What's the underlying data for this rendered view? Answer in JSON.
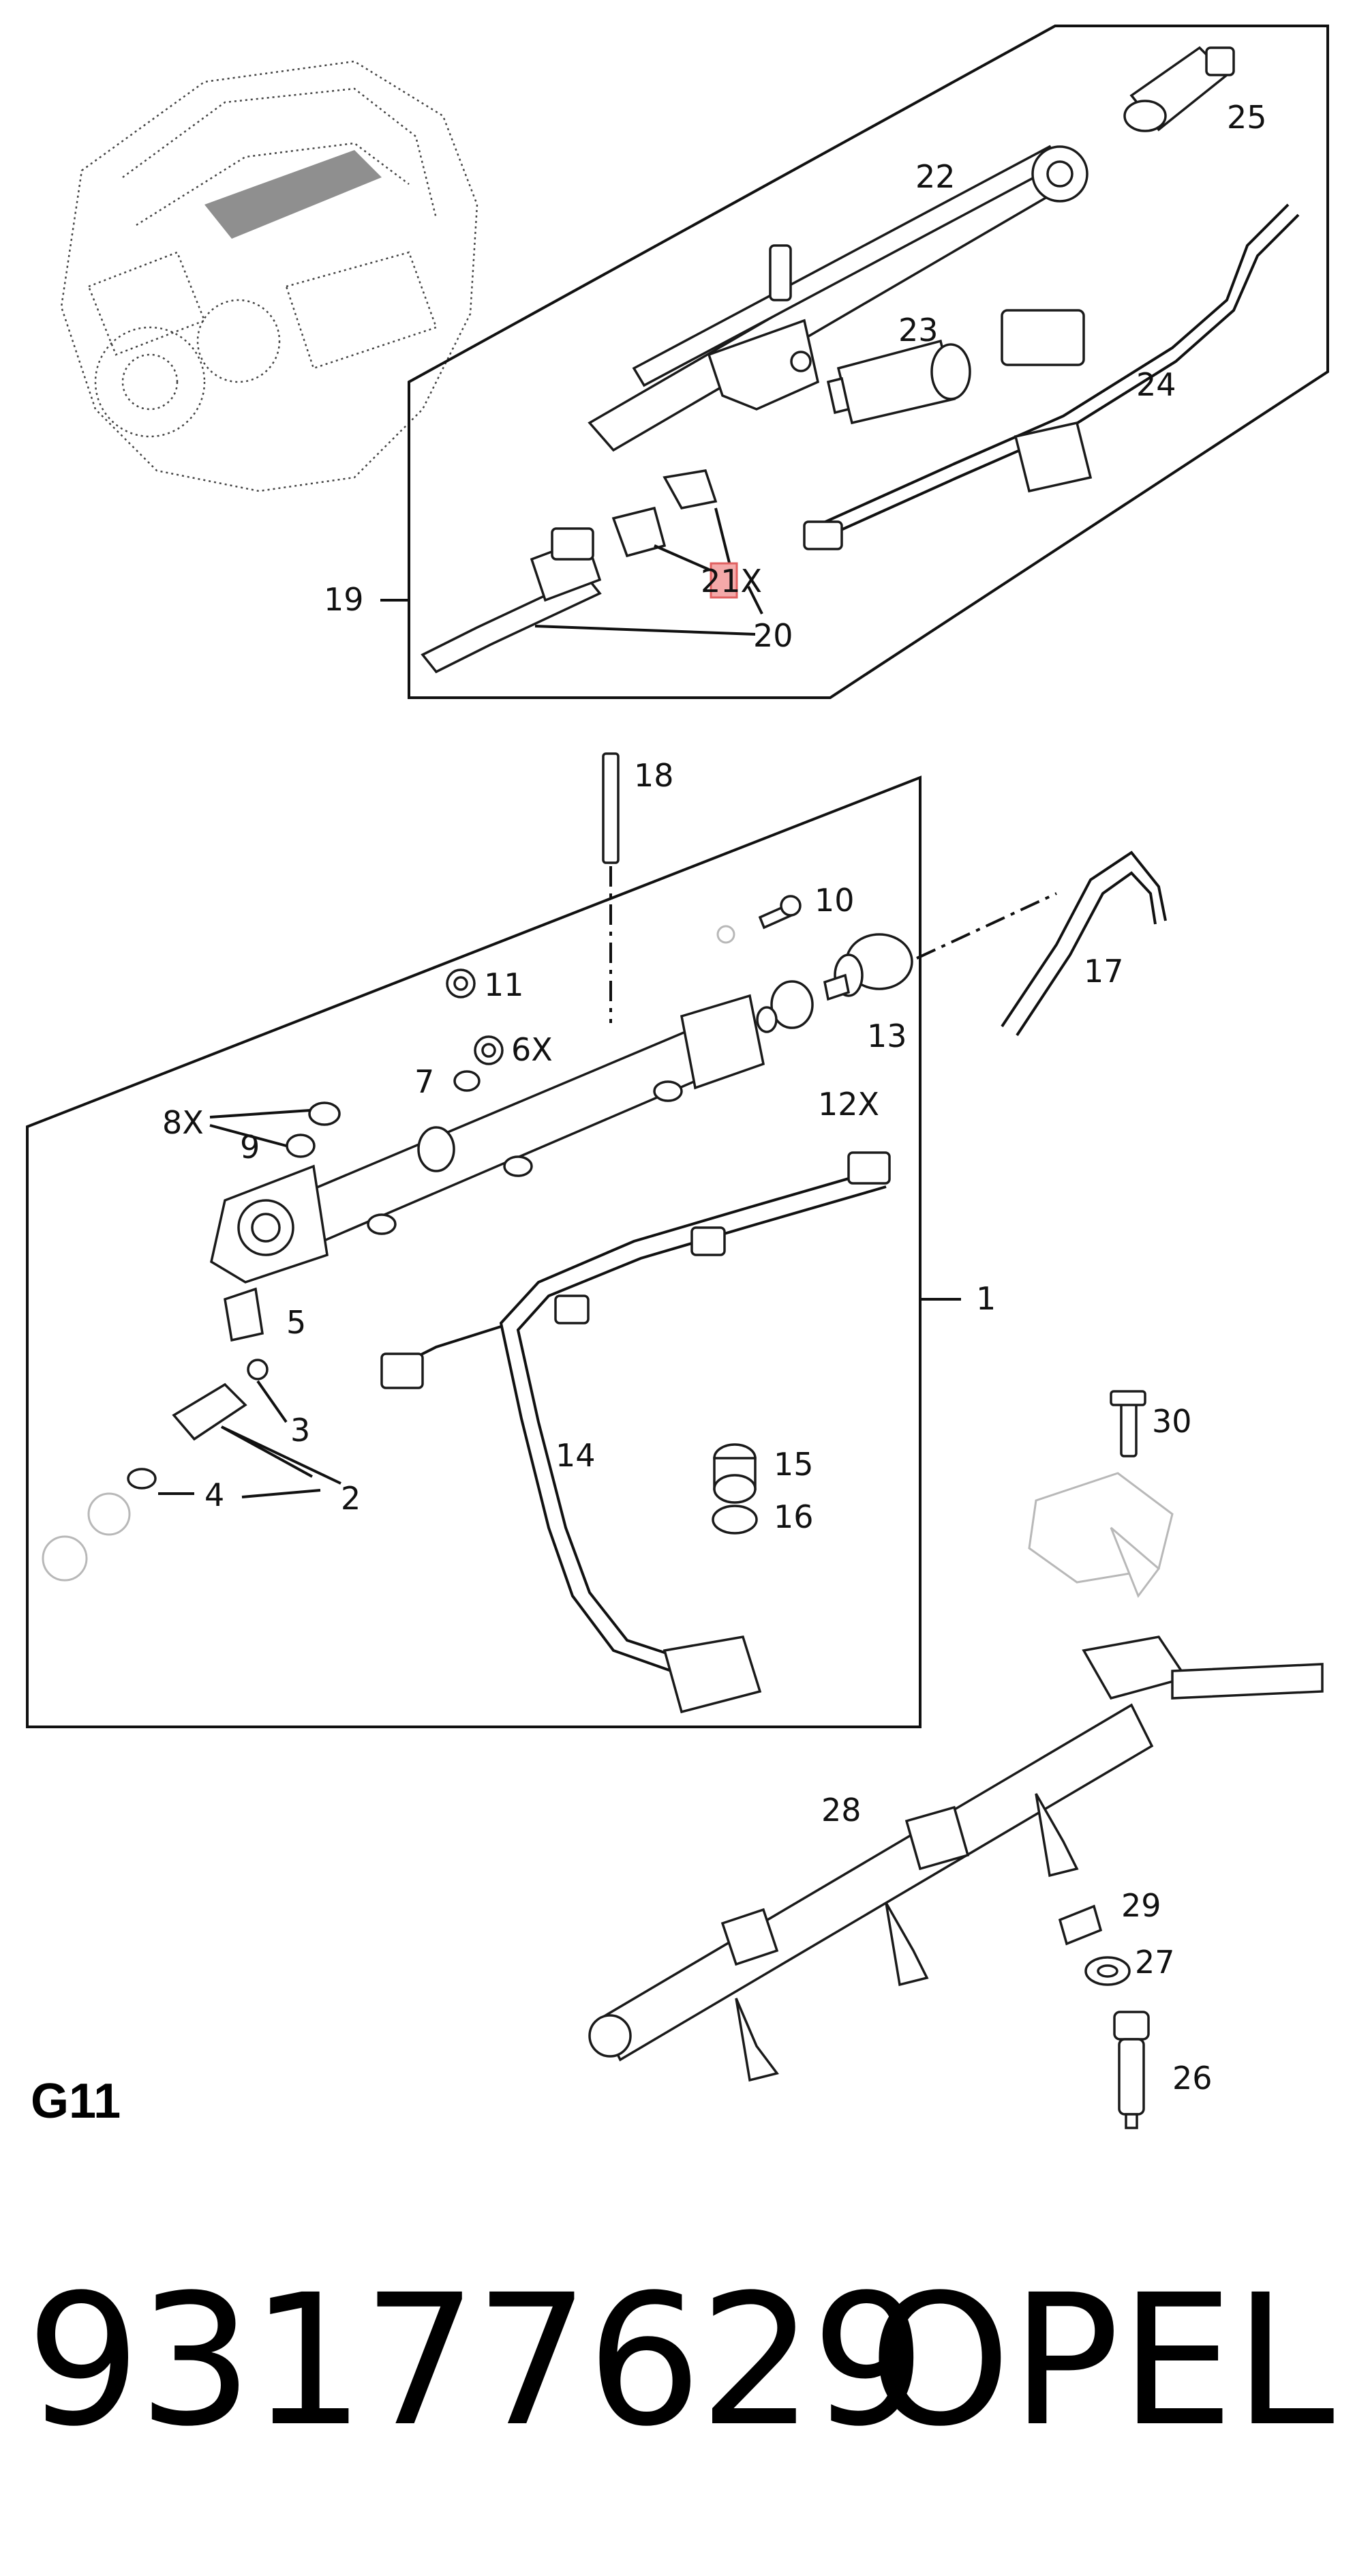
{
  "labels": {
    "l1": "1",
    "l2": "2",
    "l3": "3",
    "l4": "4",
    "l5": "5",
    "l6": "6X",
    "l7": "7",
    "l8": "8X",
    "l9": "9",
    "l10": "10",
    "l11": "11",
    "l12": "12X",
    "l13": "13",
    "l14": "14",
    "l15": "15",
    "l16": "16",
    "l17": "17",
    "l18": "18",
    "l19": "19",
    "l20": "20",
    "l21": "21X",
    "l22": "22",
    "l23": "23",
    "l24": "24",
    "l25": "25",
    "l26": "26",
    "l27": "27",
    "l28": "28",
    "l29": "29",
    "l30": "30"
  },
  "highlight_label": "21X",
  "colors": {
    "highlight": "#f4a9a9",
    "highlight_border": "#e06060",
    "line": "#111111",
    "ghost": "#b8b8b8"
  },
  "group_code": "G11",
  "part_number": "93177629",
  "brand": "OPEL"
}
